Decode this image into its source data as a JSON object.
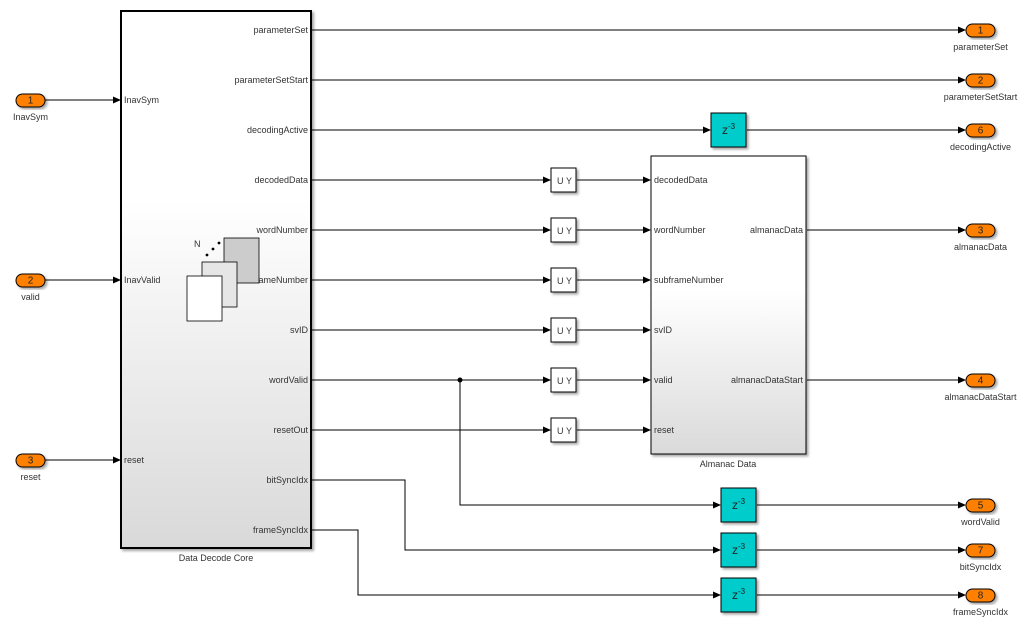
{
  "diagram": {
    "type": "simulink-subsystem",
    "colors": {
      "port_fill": "#ff8000",
      "delay_fill": "#00cccc",
      "subsystem_top": "#ffffff",
      "subsystem_bottom": "#d8d8d8",
      "wire": "#000000"
    },
    "inports": [
      {
        "id": "in1",
        "number": "1",
        "label": "InavSym"
      },
      {
        "id": "in2",
        "number": "2",
        "label": "valid"
      },
      {
        "id": "in3",
        "number": "3",
        "label": "reset"
      }
    ],
    "outports": [
      {
        "id": "out1",
        "number": "1",
        "label": "parameterSet"
      },
      {
        "id": "out2",
        "number": "2",
        "label": "parameterSetStart"
      },
      {
        "id": "out6",
        "number": "6",
        "label": "decodingActive"
      },
      {
        "id": "out3",
        "number": "3",
        "label": "almanacData"
      },
      {
        "id": "out4",
        "number": "4",
        "label": "almanacDataStart"
      },
      {
        "id": "out5",
        "number": "5",
        "label": "wordValid"
      },
      {
        "id": "out7",
        "number": "7",
        "label": "bitSyncIdx"
      },
      {
        "id": "out8",
        "number": "8",
        "label": "frameSyncIdx"
      }
    ],
    "core": {
      "name": "Data Decode Core",
      "inputs": [
        "InavSym",
        "InavValid",
        "reset"
      ],
      "outputs": [
        "parameterSet",
        "parameterSetStart",
        "decodingActive",
        "decodedData",
        "wordNumber",
        "subframeNumber",
        "svID",
        "wordValid",
        "resetOut",
        "bitSyncIdx",
        "frameSyncIdx"
      ],
      "visible_outputs": [
        "parameterSet",
        "parameterSetStart",
        "decodingActive",
        "decodedData",
        "wordNumber",
        "ameNumber",
        "svID",
        "wordValid",
        "resetOut",
        "bitSyncIdx",
        "frameSyncIdx"
      ],
      "foreach_icon_label": "N"
    },
    "almanac": {
      "name": "Almanac Data",
      "inputs": [
        "decodedData",
        "wordNumber",
        "subframeNumber",
        "svID",
        "valid",
        "reset"
      ],
      "outputs": [
        "almanacData",
        "almanacDataStart"
      ]
    },
    "converter": {
      "u": "U",
      "y": "Y"
    },
    "delay": {
      "base": "z",
      "exp": "-3"
    }
  }
}
